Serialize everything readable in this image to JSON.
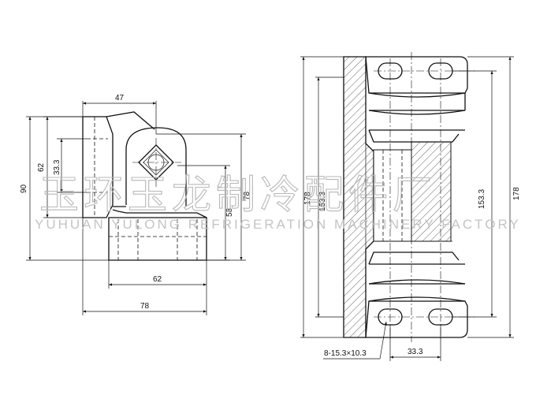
{
  "watermark": {
    "chinese": "玉环玉龙制冷配件厂",
    "english": "YUHUAN YULONG REFRIGERATION MACHINERY FACTORY"
  },
  "left_view": {
    "dim_top_width": "47",
    "dim_total_height": "90",
    "dim_outer_bracket": "62",
    "dim_square_hole": "33.3",
    "dim_right_height": "78",
    "dim_slot_height": "58",
    "dim_base_inner": "62",
    "dim_base_width": "78"
  },
  "right_view": {
    "dim_total_height_left": "178",
    "dim_hole_spacing_left": "153.3",
    "dim_hole_spacing_right": "153.3",
    "dim_total_height_right": "178",
    "dim_slot_spec": "8-15.3×10.3",
    "dim_hole_pitch": "33.3"
  }
}
